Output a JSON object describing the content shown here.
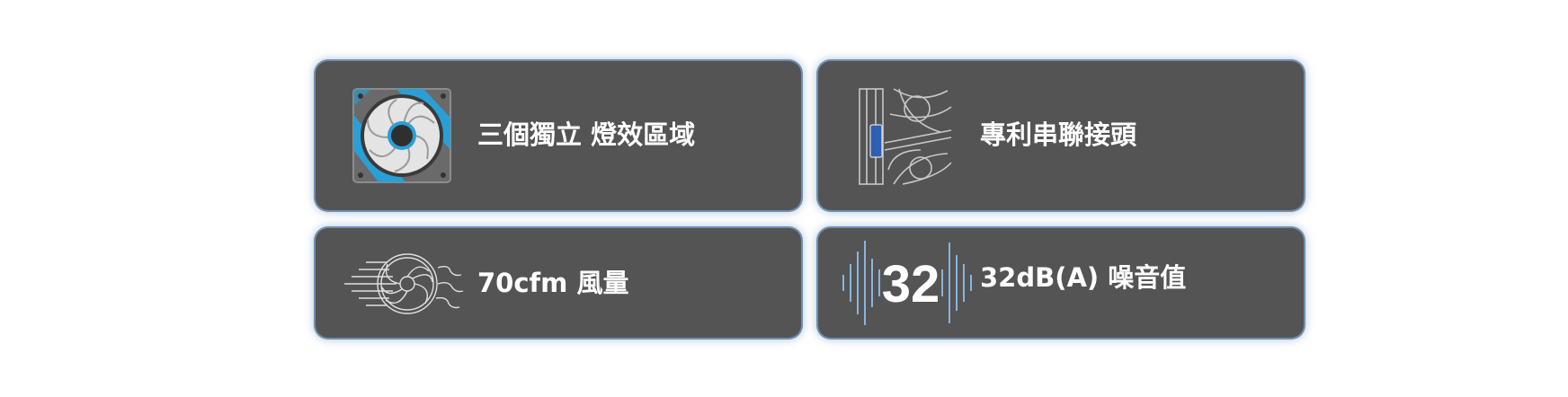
{
  "features": [
    {
      "label": "三個獨立 燈效區域",
      "icon": "rgb-fan-icon"
    },
    {
      "label": "專利串聯接頭",
      "icon": "daisy-chain-connector-icon"
    },
    {
      "label": "70cfm 風量",
      "icon": "airflow-fan-icon"
    },
    {
      "label": "32dB(A) 噪音值",
      "icon": "sound-wave-icon",
      "icon_number": "32"
    }
  ],
  "colors": {
    "card_background": "#545454",
    "card_glow": "#6f8fb0",
    "accent_blue": "#2a9fd6",
    "connector_blue": "#2f5fb3",
    "wave_blue": "#8ab4dc",
    "text": "#ffffff"
  }
}
